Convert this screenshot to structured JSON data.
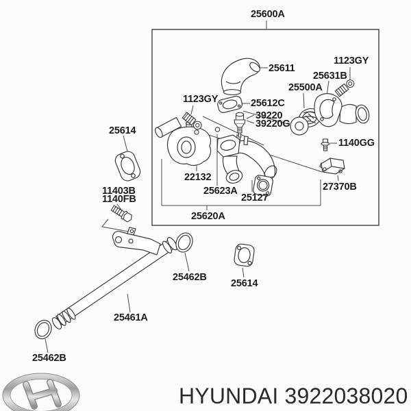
{
  "callouts": {
    "assembly": "25600A",
    "hose": "25611",
    "bolt_right": "1123GY",
    "outlet_fitting": "25631B",
    "thermostat": "25500A",
    "bolt_left": "1123GY",
    "gasket_25612c": "25612C",
    "sensor": "39220",
    "sensor_alt": "39220G",
    "bolt_1140gg": "1140GG",
    "clip_22132": "22132",
    "clip_25623a": "25623A",
    "gasket_25127": "25127",
    "bracket_27370b": "27370B",
    "inlet_pipe_assembly": "25620A",
    "gasket_25614_upper": "25614",
    "bolt_11403b": "11403B",
    "bolt_1140fb": "1140FB",
    "ring_25462b_upper": "25462B",
    "gasket_25614_lower": "25614",
    "center_pipe": "25461A",
    "ring_25462b_lower": "25462B"
  },
  "footer": {
    "title": "HYUNDAI 3922038020",
    "logo": "hyundai-logo"
  },
  "colors": {
    "line": "#3a3a3a",
    "text": "#1c1c1c",
    "background": "#fcfcfc",
    "logo_silver": "#b9b9b9"
  }
}
